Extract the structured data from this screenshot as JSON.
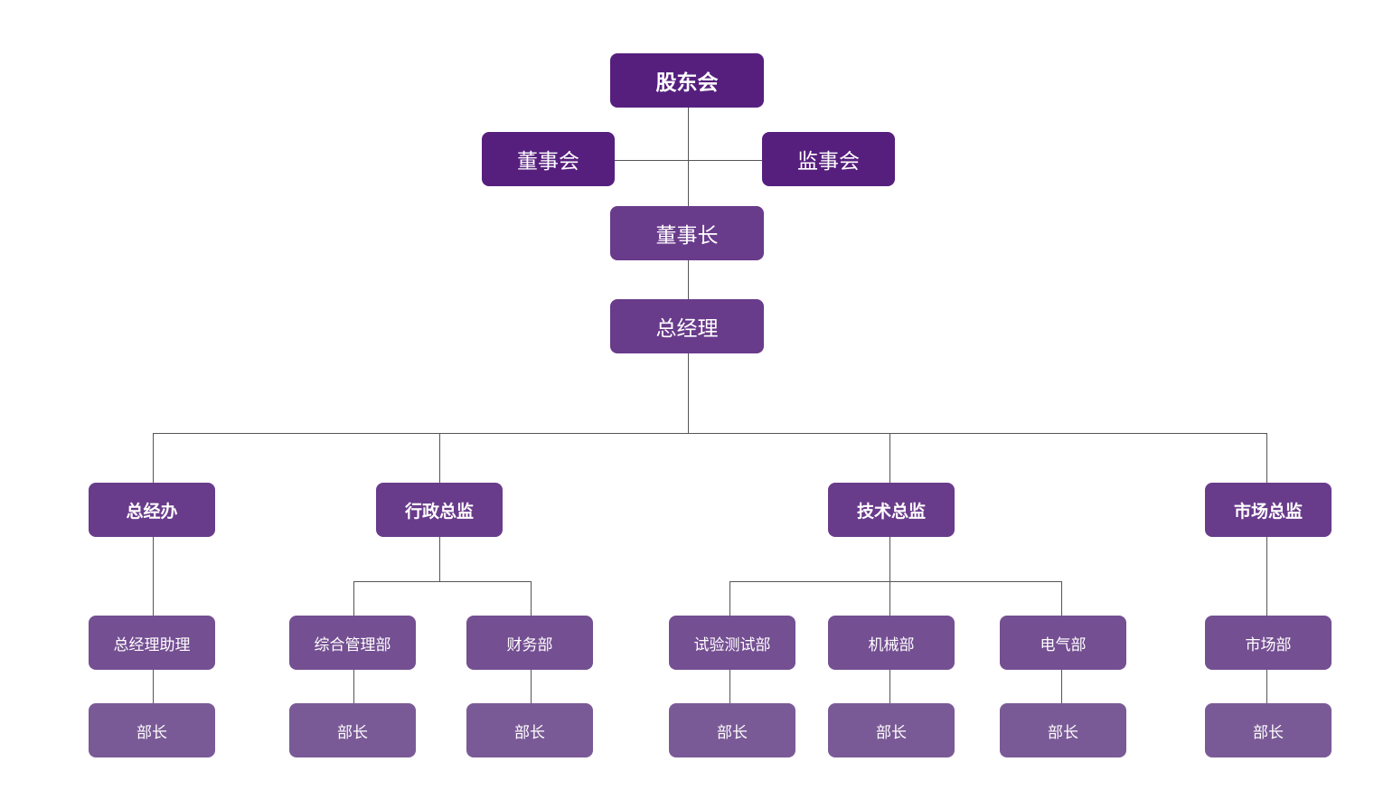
{
  "colors": {
    "top": "#561f7e",
    "middle": "#693b8b",
    "department": "#744f92",
    "head": "#7a5a96",
    "connector": "#555555"
  },
  "nodes": {
    "shareholders": "股东会",
    "board": "董事会",
    "supervisors": "监事会",
    "chairman": "董事长",
    "gm": "总经理",
    "gm_office": "总经办",
    "admin_director": "行政总监",
    "tech_director": "技术总监",
    "market_director": "市场总监",
    "gm_assistant": "总经理助理",
    "general_mgmt_dept": "综合管理部",
    "finance_dept": "财务部",
    "testing_dept": "试验测试部",
    "mechanical_dept": "机械部",
    "electrical_dept": "电气部",
    "market_dept": "市场部",
    "head_gm_assistant": "部长",
    "head_general_mgmt": "部长",
    "head_finance": "部长",
    "head_testing": "部长",
    "head_mechanical": "部长",
    "head_electrical": "部长",
    "head_market": "部长"
  }
}
